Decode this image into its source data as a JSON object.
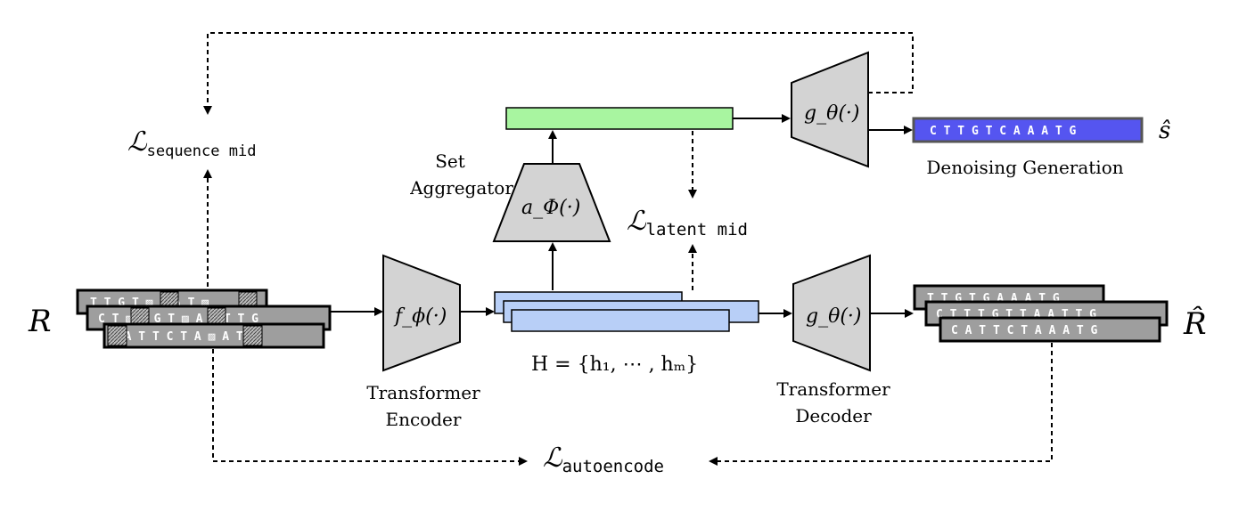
{
  "inputs": {
    "symbol": "R",
    "reads": [
      "T T G T ▨ A A T ▨",
      "C T ▨ T G T ▨ A A T T G",
      "▨ A T T C T A ▨ A T G"
    ]
  },
  "encoder": {
    "symbol": "f_ϕ(·)",
    "caption_line1": "Transformer",
    "caption_line2": "Encoder"
  },
  "latents": {
    "formula": "H = {h₁, ⋯ , hₘ}"
  },
  "aggregator": {
    "symbol": "a_Φ(·)",
    "caption_line1": "Set",
    "caption_line2": "Aggregator"
  },
  "decoder_top": {
    "symbol": "g_θ(·)",
    "output_sequence": "C T T G T C A A A T G",
    "output_symbol": "ŝ",
    "caption": "Denoising Generation"
  },
  "decoder_bottom": {
    "symbol": "g_θ(·)",
    "caption_line1": "Transformer",
    "caption_line2": "Decoder",
    "output_symbol": "R̂",
    "reads": [
      "T T G T G A A A T G",
      "C T T T G T T A A T T G",
      "C A T T C T A A A T G"
    ]
  },
  "losses": {
    "sequence": {
      "base": "ℒ",
      "sub": "sequence mid"
    },
    "latent": {
      "base": "ℒ",
      "sub": "latent mid"
    },
    "autoencode": {
      "base": "ℒ",
      "sub": "autoencode"
    }
  },
  "colors": {
    "read_box": "#9e9e9e",
    "latent_blue": "#b8cff7",
    "agg_green": "#a8f5a0",
    "seq_blue": "#5555f0",
    "module_gray": "#d3d3d3"
  }
}
